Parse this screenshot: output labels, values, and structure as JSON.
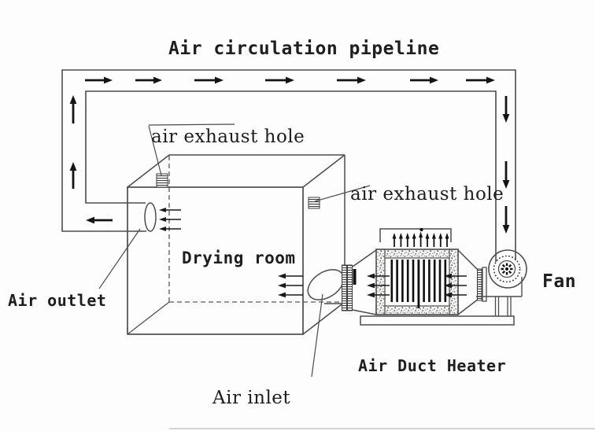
{
  "title": "Air circulation pipeline",
  "labels": {
    "exhaust_hole_top": "air exhaust hole",
    "exhaust_hole_right": "air exhaust hole",
    "drying_room": "Drying room",
    "air_outlet": "Air outlet",
    "air_inlet": "Air inlet",
    "air_duct_heater": "Air Duct Heater",
    "fan": "Fan"
  },
  "flow_arrows": {
    "top_duct": {
      "direction": "right",
      "count": 7
    },
    "left_duct": {
      "direction": "up",
      "count": 2
    },
    "right_duct": {
      "direction": "down",
      "count": 3
    },
    "outlet_duct": {
      "direction": "left",
      "count": 1
    },
    "outlet_hole_arrows": {
      "direction": "left",
      "count": 3
    },
    "room_inlet_arrows": {
      "direction": "left",
      "count": 3
    },
    "heater_left_arrows": {
      "direction": "left",
      "count": 3
    },
    "heater_right_arrows": {
      "direction": "left",
      "count": 3
    },
    "heater_vent_arrows": {
      "direction": "up",
      "count": 9
    }
  },
  "colors": {
    "background": "#fdfdfd",
    "line": "#4c4c4c",
    "arrow": "#141414",
    "text": "#1e1e1e"
  }
}
